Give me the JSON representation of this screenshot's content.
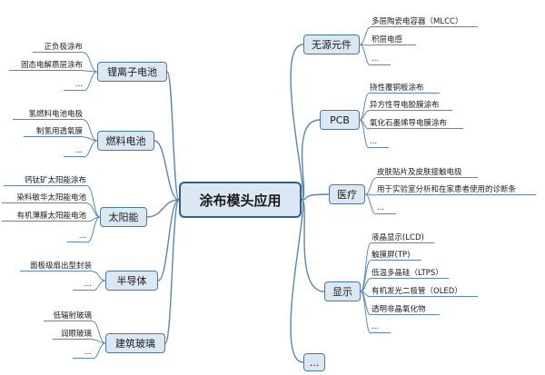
{
  "root": "涂布模头应用",
  "left_branches": [
    {
      "key": "li",
      "label": "锂离子电池",
      "items": [
        "正负极涂布",
        "固态电解质层涂布",
        "..."
      ]
    },
    {
      "key": "fuel",
      "label": "燃料电池",
      "items": [
        "氢燃料电池电极",
        "制氢用透氧膜",
        "..."
      ]
    },
    {
      "key": "solar",
      "label": "太阳能",
      "items": [
        "钙钛矿太阳能涂布",
        "染料敏华太阳能电池",
        "有机薄膜太阳能电池",
        "..."
      ]
    },
    {
      "key": "semi",
      "label": "半导体",
      "items": [
        "面板级扇出型封装",
        "..."
      ]
    },
    {
      "key": "glass",
      "label": "建筑玻璃",
      "items": [
        "低辐射玻璃",
        "润眼玻璃",
        "..."
      ]
    }
  ],
  "right_branches": [
    {
      "key": "passive",
      "label": "无源元件",
      "items": [
        "多层陶瓷电容器（MLCC）",
        "积层电感",
        "..."
      ]
    },
    {
      "key": "pcb",
      "label": "PCB",
      "items": [
        "挠性覆铜板涂布",
        "异方性导电胶膜涂布",
        "氧化石墨烯导电膜涂布",
        "..."
      ]
    },
    {
      "key": "medical",
      "label": "医疗",
      "items": [
        "皮肤贴片及皮肤接触电极",
        "用于实验室分析和在家患者使用的诊断条",
        "..."
      ]
    },
    {
      "key": "display",
      "label": "显示",
      "items": [
        "液晶显示(LCD)",
        "触摸屏(TP)",
        "低温多晶硅（LTPS）",
        "有机发光二极管（OLED）",
        "透明非晶氧化物",
        "..."
      ]
    },
    {
      "key": "more",
      "label": "...",
      "items": []
    }
  ]
}
